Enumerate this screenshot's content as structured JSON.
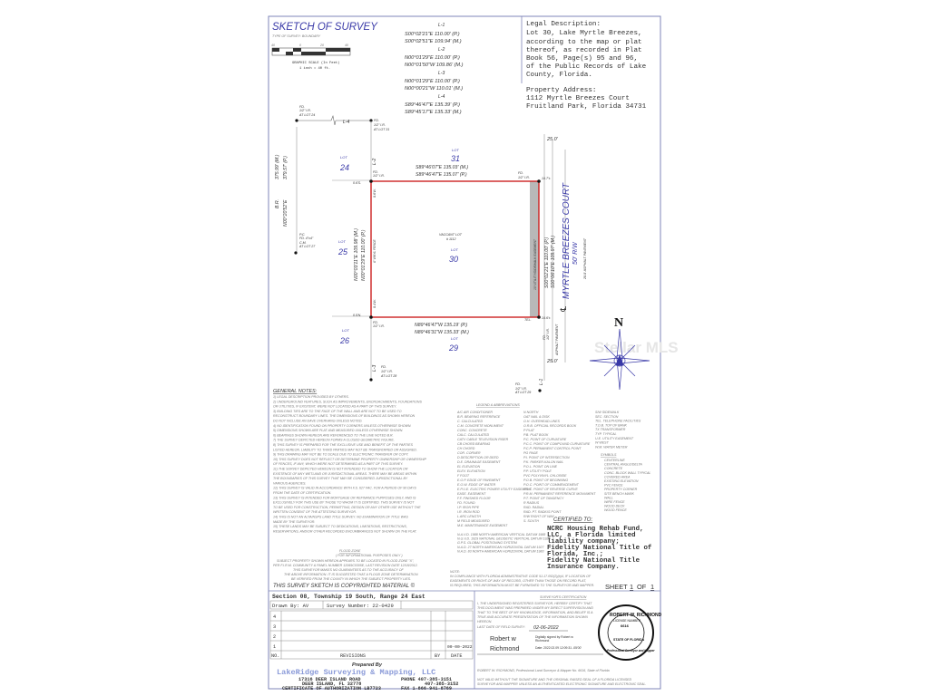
{
  "header": {
    "title": "SKETCH OF SURVEY",
    "survey_type": "TYPE OF SURVEY: BOUNDARY",
    "scale_ticks": [
      "40",
      "0",
      "20",
      "40"
    ],
    "scale_label": "GRAPHIC SCALE (In Feet)",
    "scale_ratio": "1 inch = 40 ft."
  },
  "line_table": [
    {
      "id": "L-1",
      "plat": "S00°02'21\"E   110.00' (P.)",
      "meas": "S00°02'51\"E   109.94' (M.)"
    },
    {
      "id": "L-2",
      "plat": "N00°01'29\"E   110.00' (P.)",
      "meas": "N00°01'50\"W   109.86' (M.)"
    },
    {
      "id": "L-3",
      "plat": "N00°01'29\"E   110.00' (P.)",
      "meas": "N00°00'21\"W   110.01' (M.)"
    },
    {
      "id": "L-4",
      "plat": "S89°46'47\"E   135.39' (P.)",
      "meas": "S89°45'17\"E   135.33' (M.)"
    }
  ],
  "legal": {
    "heading": "Legal Description:",
    "lines": [
      "Lot 30, Lake Myrtle Breezes,",
      "according to the map or plat",
      "thereof, as recorded in Plat",
      "Book 56, Page(s) 95 and 96,",
      "of the Public Records of Lake",
      "County, Florida."
    ],
    "address_heading": "Property Address:",
    "address_lines": [
      "1112 Myrtle Breezes Court",
      "Fruitland Park, Florida 34731"
    ]
  },
  "drawing": {
    "lot_word": "LOT",
    "lots": [
      "24",
      "25",
      "26",
      "31",
      "30",
      "29"
    ],
    "vacant": [
      "VACCANT LOT",
      "# 1112"
    ],
    "north_line": [
      "S89°46'07\"E   135.03' (M.)",
      "S89°46'47\"E   135.07' (P.)"
    ],
    "south_line": [
      "N89°46'47\"W   135.19' (P.)",
      "N89°46'31\"W   135.33' (M.)"
    ],
    "west_line": [
      "N00°03'11\"E   109.98' (M.)",
      "N00°01'29\"E   110.00' (P.)"
    ],
    "east_line": [
      "S00°02'21\"E   110.00' (P.)",
      "S00°06'10\"E   109.97' (M.)"
    ],
    "br_line": [
      "375.99' (M.)",
      "379.57' (P.)",
      "B.R.",
      "N00°20'52\"E"
    ],
    "street_name": "MYRTLE BREEZES COURT",
    "street_row": "50' R/W",
    "asphalt": "20.0' ASPHALT PAVEMENT",
    "asphalt2": "ASPHALT PAVEMENT",
    "easement": "10' UTILITY/SIDEWALK EASEMENT",
    "fence": "6' VINYL FENCE",
    "dim_25_top": "25.0'",
    "dim_25_bot": "25.0'",
    "labels": {
      "fd_lot24": [
        "FD.",
        "1/2\" I.R.",
        "AT LOT 24"
      ],
      "fd_lot31": [
        "FD.",
        "1/2\" I.R.",
        "AT LOT 31"
      ],
      "fd_nw": [
        "FD.",
        "1/2\" I.R."
      ],
      "fd_ne": [
        "FD.",
        "1/2\" I.R."
      ],
      "fd_sw": [
        "FD.",
        "1/2\" I.R."
      ],
      "fd_se": [
        "FD.",
        "1/2\" I.R."
      ],
      "fd_lot28": [
        "FD.",
        "1/2\" I.R.",
        "AT LOT 28"
      ],
      "fd_lot29": [
        "FD.",
        "1/2\" I.R.",
        "AT LOT 29"
      ],
      "pc": [
        "P.C.",
        "FD. 4\"x4\"",
        "C.M.",
        "AT LOT 27"
      ],
      "nw_off": "0.6'S.",
      "sw_off": "0.5'N.",
      "ne_off": "14.7'±",
      "se_off": "14.6'±",
      "fence_n": "0.6'W.",
      "fence_s": "0.4'W.",
      "tel": "TEL.",
      "centerline": "℄",
      "north": "N"
    }
  },
  "watermark": "Stellar MLS",
  "general_notes": {
    "heading": "GENERAL NOTES:",
    "lines": [
      "1) LEGAL DESCRIPTION PROVIDED BY OTHERS.",
      "2) UNDERGROUND FEATURES, SUCH AS IMPROVEMENTS, ENCROACHMENTS, FOUNDATIONS",
      "OR UTILITIES, IF EXISTENT, WERE NOT LOCATED AS A PART OF THIS SURVEY.",
      "3) BUILDING TIES ARE TO THE FACE OF THE WALL AND ARE NOT TO BE USED TO",
      "RECONSTRUCT BOUNDARY LINES. THE DIMENSIONS OF BUILDINGS AS SHOWN HEREON",
      "DO NOT INCLUDE AN EAVE OVERHANG UNLESS NOTED.",
      "4) NO IDENTIFICATION FOUND ON PROPERTY CORNERS UNLESS OTHERWISE SHOWN.",
      "5) DIMENSIONS SHOWN ARE PLAT AND MEASURED UNLESS OTHERWISE SHOWN.",
      "6) BEARINGS SHOWN HEREON ARE REFERENCED TO THE LINE NOTED B.R.",
      "7) THE SURVEY DEPICTED HEREON FORMS A CLOSED GEOMETRIC FIGURE.",
      "8) THIS SURVEY IS PREPARED FOR THE EXCLUSIVE USE AND BENEFIT OF THE PARTIES",
      "LISTED HEREON. LIABILITY TO THIRD PARTIES MAY NOT BE TRANSFERRED OR ASSIGNED.",
      "9) THIS DRAWING MAY NOT BE TO SCALE DUE TO ELECTRONIC TRANSFER OR COPY.",
      "10) THIS SURVEY DOES NOT REFLECT OR DETERMINE PROPERTY OWNERSHIP OR OWNERSHIP",
      "OF FENCES, IF ANY, WHICH WERE NOT DETERMINED AS A PART OF THIS SURVEY.",
      "11) THE SURVEY DEPICTED HEREON IS NOT INTENDED TO SHOW THE LOCATION OR",
      "EXISTENCE OF ANY WETLAND OR JURISDICTIONAL AREAS. THERE MAY BE AREAS WITHIN",
      "THE BOUNDARIES OF THIS SURVEY THAT MAY BE CONSIDERED JURISDICTIONAL BY",
      "VARIOUS AGENCIES.",
      "12) THIS SURVEY IS VALID IN ACCORDANCE WITH F.S. 627 FAC. FOR A PERIOD OF 90 DAYS",
      "FROM THE DATE OF CERTIFICATION.",
      "13) THIS SURVEY IS INTENDED FOR MORTGAGE OR REFINANCE PURPOSES ONLY, AND IS",
      "EXCLUSIVELY FOR THIS USE BY THOSE TO WHOM IT IS CERTIFIED. THIS SURVEY IS NOT",
      "TO BE USED FOR CONSTRUCTION, PERMITTING, DESIGN OR ANY OTHER USE WITHOUT THE",
      "WRITTEN CONSENT OF THE ATTESTING SURVEYOR.",
      "14) THIS IS NOT AN ALTA/NSPS LAND TITLE SURVEY. NO EXAMINATION OF TITLE WAS",
      "MADE BY THE SURVEYOR.",
      "15) THESE LANDS MAY BE SUBJECT TO DEDICATIONS, LIMITATIONS, RESTRICTIONS,",
      "RESERVATIONS, AND/OR OTHER RECORDED ENCUMBRANCES NOT SHOWN ON THE PLAT."
    ]
  },
  "legend": {
    "heading": "LEGEND & ABBREVIATIONS",
    "col1": [
      "A/C  AIR CONDITIONER",
      "B.R.  BEARING REFERENCE",
      "C.  CALCULATED",
      "C.M.  CONCRETE MONUMENT",
      "CONC.  CONCRETE",
      "CALC.  CALCULATED",
      "CATV  CABLE TELEVISION RISER",
      "CB  CHORD BEARING",
      "CH  CHORD",
      "COR.  CORNER",
      "D  DESCRIPTION OR DEED",
      "D.E.  DRAINAGE EASEMENT",
      "EL  ELEVATION",
      "ELEV.  ELEVATION",
      "F  FOOT",
      "E.O.P.  EDGE OF PAVEMENT",
      "E.O.W.  EDGE OF WATER",
      "E.P.U.E.  ELECTRIC POWER UTILITY EASEMENT",
      "EASE.  EASEMENT",
      "F.F.  FINISHED FLOOR",
      "FD.  FOUND",
      "I.P.  IRON PIPE",
      "I.R.  IRON ROD",
      "L  ARC LENGTH",
      "M  FIELD MEASURED",
      "M.E.  MAINTENANCE EASEMENT"
    ],
    "col2": [
      "N  NORTH",
      "OAT  NAIL & DISK",
      "O.H.  OVERHEAD LINES",
      "O.R.B.  OFFICIAL RECORDS BOOK",
      "P  PLAT",
      "P.B.  PLAT BOOK",
      "P.C.  POINT OF CURVATURE",
      "P.C.C.  POINT OF COMPOUND CURVATURE",
      "P.C.P.  PERMANENT CONTROL POINT",
      "PG  PAGE",
      "P.I.  POINT OF INTERSECTION",
      "P.K.  PARKER-KALON NAIL",
      "P.O.L.  POINT ON LINE",
      "P.P.  UTILITY POLE",
      "PVC  POLYVINYL CHLORIDE",
      "P.O.B.  POINT OF BEGINNING",
      "P.O.C.  POINT OF COMMENCEMENT",
      "P.R.C.  POINT OF REVERSE CURVE",
      "P.R.M.  PERMANENT REFERENCE MONUMENT",
      "P.T.  POINT OF TANGENCY",
      "R  RADIUS",
      "RAD.  RADIAL",
      "RAD. PT.  RADIUS POINT",
      "R/W  RIGHT OF WAY",
      "S.  SOUTH"
    ],
    "col3": [
      "S/W  SIDEWALK",
      "SEC.  SECTION",
      "TEL.  TELEPHONE FACILITIES",
      "T.O.B.  TOP OF BANK",
      "TX  TRANSFORMER",
      "TYP.  TYPICAL",
      "U.E.  UTILITY EASEMENT",
      "W  WEST",
      "W.M.  WATER METER"
    ],
    "symbols_heading": "SYMBOLS",
    "symbols": [
      "CENTERLINE",
      "CENTRAL ANGLE/DELTA",
      "CONCRETE",
      "CONC. BLOCK WALL TYPICAL",
      "COVERED AREA",
      "EXISTING ELEVATION",
      "PVC FENCE",
      "PROPERTY CORNER",
      "SITE BENCH MARK",
      "WALL",
      "WIRE FENCE",
      "WOOD DECK",
      "WOOD FENCE"
    ],
    "datums": [
      "N.A.V.D. 1988  NORTH AMERICAN VERTICAL DATUM 1988",
      "N.G.V.D. 1929  NATIONAL GEODETIC VERTICAL DATUM 1929",
      "G.P.S.  GLOBAL POSITIONING SYSTEM",
      "N.A.D. 27  NORTH AMERICAN HORIZONTAL DATUM 1927",
      "N.A.D. 83  NORTH AMERICAN HORIZONTAL DATUM 1983"
    ]
  },
  "flood": {
    "heading": "FLOOD ZONE",
    "sub": "( FOR INFORMATIONAL PURPOSES ONLY )",
    "lines": [
      "SUBJECT PROPERTY SHOWN HEREON APPEARS TO BE LOCATED IN FLOOD ZONE \"X\",",
      "PER F.I.R.M. COMMUNITY & PANEL NUMBER 12069C0305E, LAST REVISION DATE 12/18/2012.",
      "THIS SURVEYOR MAKES NO GUARANTEES AS TO THE ACCURACY OF",
      "THE ABOVE INFORMATION. IT IS SUGGESTED THAT A FLOOD ZONE DETERMINATION",
      "BE VERIFIED FROM THE COUNTY IN WHICH THE SUBJECT PROPERTY LIES."
    ]
  },
  "note": {
    "heading": "NOTE:",
    "lines": [
      "IN COMPLIANCE WITH FLORIDA ADMINISTRATIVE CODE 5J-17.052(2)(b)4, IF LOCATION OF",
      "EASEMENTS OR RIGHT-OF-WAY OF RECORD, OTHER THAN THOSE ON RECORD PLAT,",
      "IS REQUIRED, THIS INFORMATION MUST BE FURNISHED TO THE SURVEYOR AND MAPPER."
    ]
  },
  "copyright": "THIS SURVEY SKETCH IS COPYRIGHTED MATERIAL ©",
  "certified": {
    "heading": "CERTIFIED TO:",
    "lines": [
      "NCRC Housing Rehab Fund,",
      "LLC, a Florida limited",
      "liability company;",
      "Fidelity National Title of",
      "Florida, Inc.;",
      "Fidelity National Title",
      "Insurance Company."
    ]
  },
  "sheet": {
    "label": "SHEET",
    "num": "1",
    "of": "OF",
    "total": "1"
  },
  "title_block": {
    "section": "Section 08, Township 19 South, Range 24 East",
    "drawn_by": "Drawn By: AV",
    "survey_number": "Survey Number:  22-0429",
    "revision_rows": [
      {
        "no": "4",
        "desc": "",
        "by": "",
        "date": ""
      },
      {
        "no": "3",
        "desc": "",
        "by": "",
        "date": ""
      },
      {
        "no": "2",
        "desc": "",
        "by": "",
        "date": ""
      },
      {
        "no": "1",
        "desc": "",
        "by": "",
        "date": "00-00-2022"
      }
    ],
    "rev_headers": {
      "no": "NO.",
      "desc": "REVISIONS",
      "by": "BY",
      "date": "DATE"
    },
    "prepared_by": "Prepared By",
    "company": "LakeRidge Surveying & Mapping, LLC",
    "address": [
      "17316 DEER ISLAND ROAD",
      "DEER ISLAND, FL 32778",
      "CERTIFICATE OF AUTHORIZATION LB7723"
    ],
    "phones": [
      "PHONE 407-385-3151",
      "407-385-3152",
      "FAX 1-866-941-8769"
    ],
    "brand_color": "#8a9ad8"
  },
  "surveyor_cert": {
    "heading": "SURVEYOR'S CERTIFICATION",
    "lines": [
      "I, THE UNDERSIGNED REGISTERED SURVEYOR, HEREBY CERTIFY THAT",
      "THIS DOCUMENT WAS PREPARED UNDER MY DIRECT SUPERVISION AND",
      "THAT TO THE BEST OF MY KNOWLEDGE, INFORMATION, AND BELIEF IS A",
      "TRUE AND ACCURATE PRESENTATION OF THE INFORMATION SHOWN",
      "HEREON."
    ],
    "field_label": "LAST DATE OF FIELD SURVEY:",
    "field_date": "02-06-2022",
    "signature": [
      "Robert w",
      "Richmond"
    ],
    "digital": [
      "Digitally signed by Robert w",
      "Richmond",
      "Date: 2022.02.09 12:09:31 -05'00'"
    ],
    "surveyor_line": "ROBERT W. RICHMOND,   Professional Land Surveyor & Mapper No. 6616,  State of Florida",
    "validity": [
      "NOT VALID WITHOUT THE SIGNATURE AND THE ORIGINAL RAISED SEAL OF A FLORIDA LICENSED",
      "SURVEYOR AND MAPPER UNLESS AN AUTHENTICATED ELECTRONIC SIGNATURE AND ELECTRONIC SEAL."
    ],
    "seal": {
      "name": "ROBERT W. RICHMOND",
      "license": "LICENSE NUMBER",
      "number": "6616",
      "state": "STATE OF FLORIDA",
      "title": "Professional Surveyor and Mapper"
    }
  },
  "colors": {
    "boundary": "#cc2222",
    "text_blue": "#3a3aa8",
    "easement_fill": "#b8b8b8",
    "border": "#7f86b8"
  }
}
